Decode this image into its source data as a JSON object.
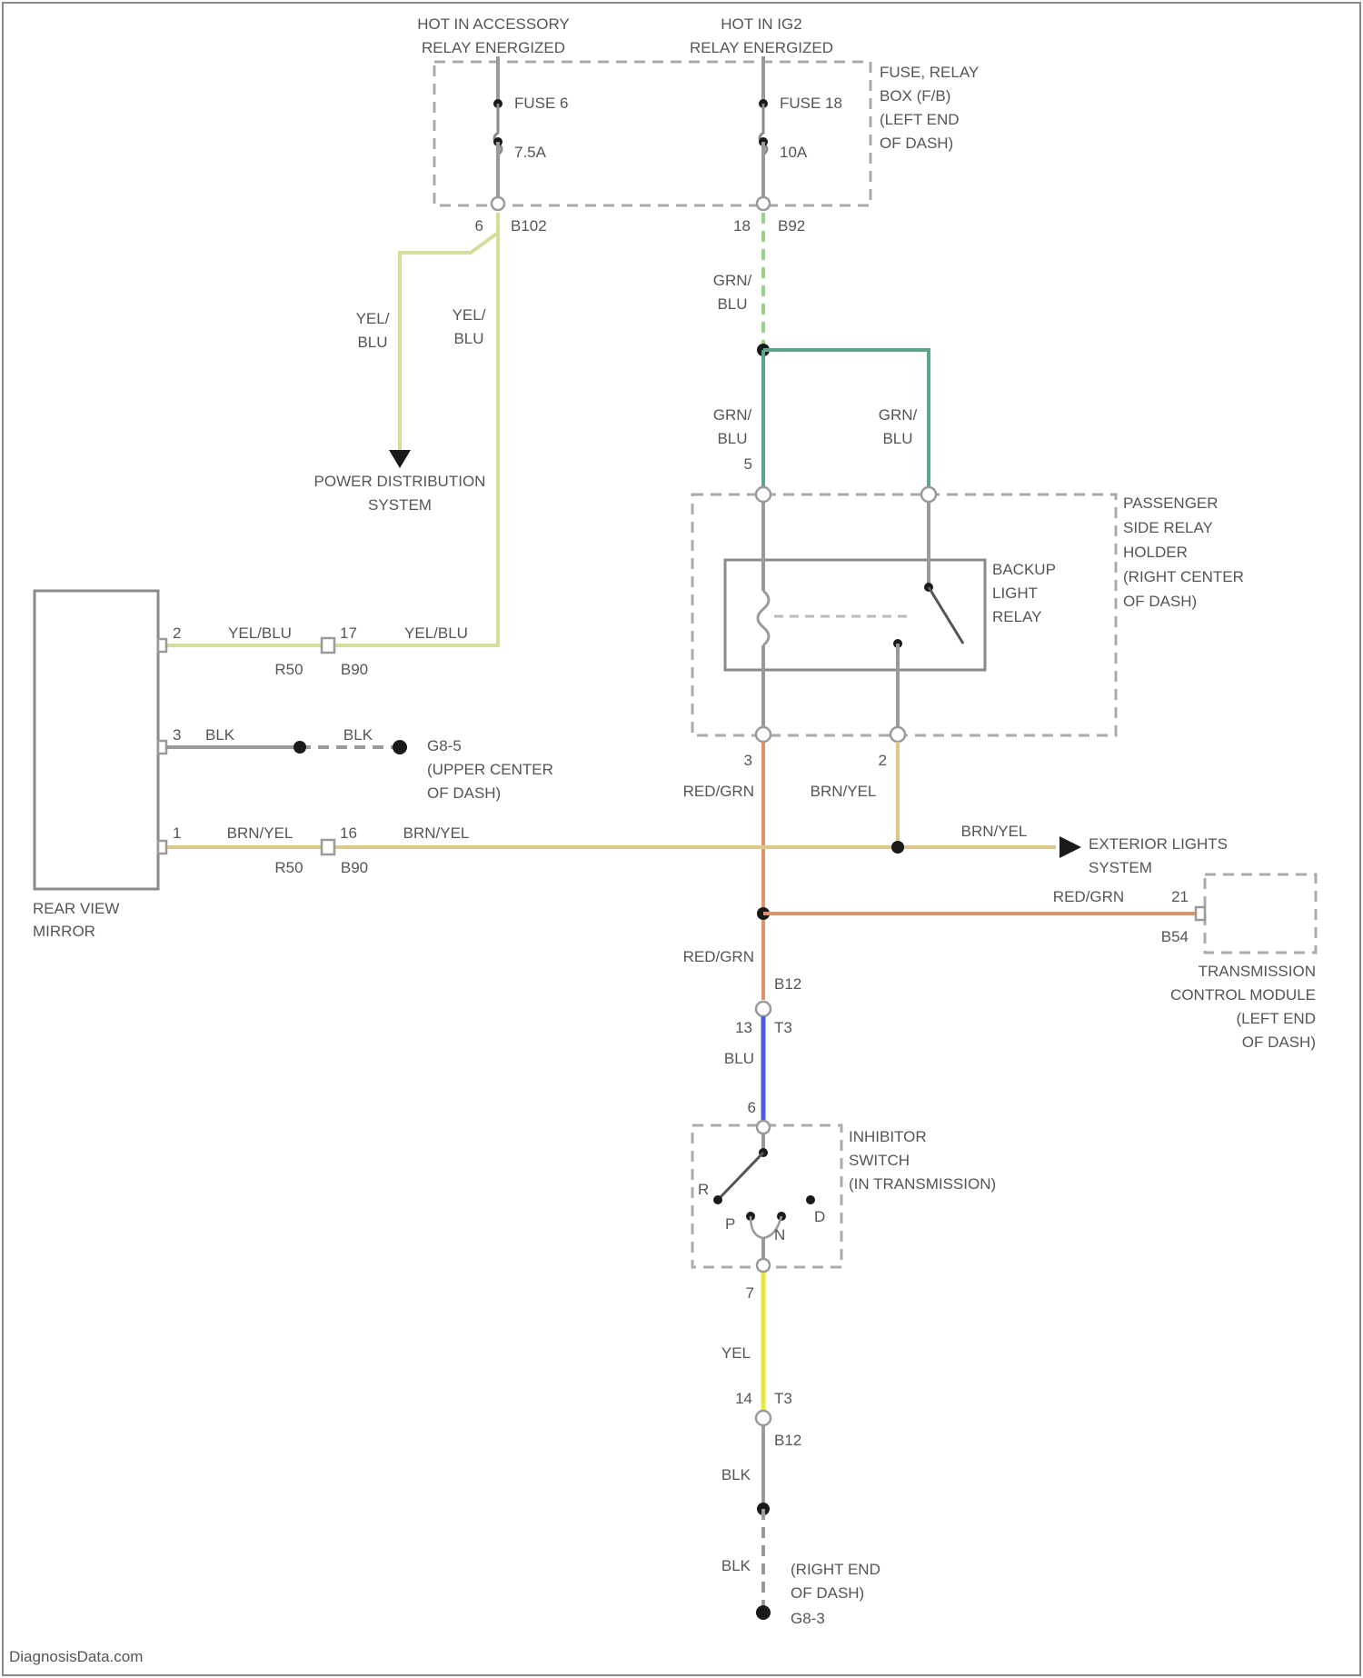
{
  "diagram": {
    "power_sources": {
      "left": [
        "HOT IN ACCESSORY",
        "RELAY ENERGIZED"
      ],
      "right": [
        "HOT IN IG2",
        "RELAY ENERGIZED"
      ]
    },
    "fuse_box": {
      "label": [
        "FUSE, RELAY",
        "BOX (F/B)",
        "(LEFT END",
        "OF DASH)"
      ],
      "fuse_left": "FUSE 6",
      "fuse_left_rating": "7.5A",
      "fuse_right": "FUSE 18",
      "fuse_right_rating": "10A",
      "pin_left": "6",
      "connector_left": "B102",
      "pin_right": "18",
      "connector_right": "B92"
    },
    "wires": {
      "yel_blu_split": "YEL/BLU",
      "yel_blu_line1": "YEL/",
      "yel_blu_line2": "BLU",
      "grn_blu_line1": "GRN/",
      "grn_blu_line2": "BLU",
      "yel_blu": "YEL/BLU",
      "blk": "BLK",
      "brn_yel": "BRN/YEL",
      "red_grn": "RED/GRN",
      "blu": "BLU",
      "yel": "YEL"
    },
    "power_distribution": [
      "POWER DISTRIBUTION",
      "SYSTEM"
    ],
    "relay_holder": {
      "label": [
        "PASSENGER",
        "SIDE RELAY",
        "HOLDER",
        "(RIGHT CENTER",
        "OF DASH)"
      ],
      "relay_label": [
        "BACKUP",
        "LIGHT",
        "RELAY"
      ],
      "pin_top_left": "5",
      "pin_bottom_left": "3",
      "pin_bottom_right": "2"
    },
    "mirror": {
      "label": [
        "REAR VIEW",
        "MIRROR"
      ],
      "pin_top": "2",
      "pin_mid": "3",
      "pin_bottom": "1",
      "conn_top_pin": "17",
      "conn_top_a": "R50",
      "conn_top_b": "B90",
      "conn_bottom_pin": "16",
      "conn_bottom_a": "R50",
      "conn_bottom_b": "B90"
    },
    "ground_g5": {
      "name": "G8-5",
      "location": [
        "(UPPER CENTER",
        "OF DASH)"
      ]
    },
    "exterior_lights": [
      "EXTERIOR LIGHTS",
      "SYSTEM"
    ],
    "tcm": {
      "pin": "21",
      "connector": "B54",
      "label": [
        "TRANSMISSION",
        "CONTROL MODULE",
        "(LEFT END",
        "OF DASH)"
      ]
    },
    "connector_b12_upper": "B12",
    "connector_t3_upper_pin": "13",
    "connector_t3_upper": "T3",
    "inhibitor": {
      "label": [
        "INHIBITOR",
        "SWITCH",
        "(IN TRANSMISSION)"
      ],
      "pin_top": "6",
      "pin_bottom": "7",
      "pos_r": "R",
      "pos_p": "P",
      "pos_n": "N",
      "pos_d": "D"
    },
    "connector_t3_lower_pin": "14",
    "connector_t3_lower": "T3",
    "connector_b12_lower": "B12",
    "ground_g3": {
      "location": [
        "(RIGHT END",
        "OF DASH)"
      ],
      "name": "G8-3"
    },
    "watermark": "DiagnosisData.com",
    "colors": {
      "yel_blu": "#d6dc9a",
      "grn_blu": "#5ea58a",
      "grn_dash": "#9bd08a",
      "brn_yel": "#dcc88a",
      "red_grn": "#e0946e",
      "blu": "#4a5ae8",
      "yel": "#e8e83c",
      "gray": "#9a9a9a"
    }
  }
}
